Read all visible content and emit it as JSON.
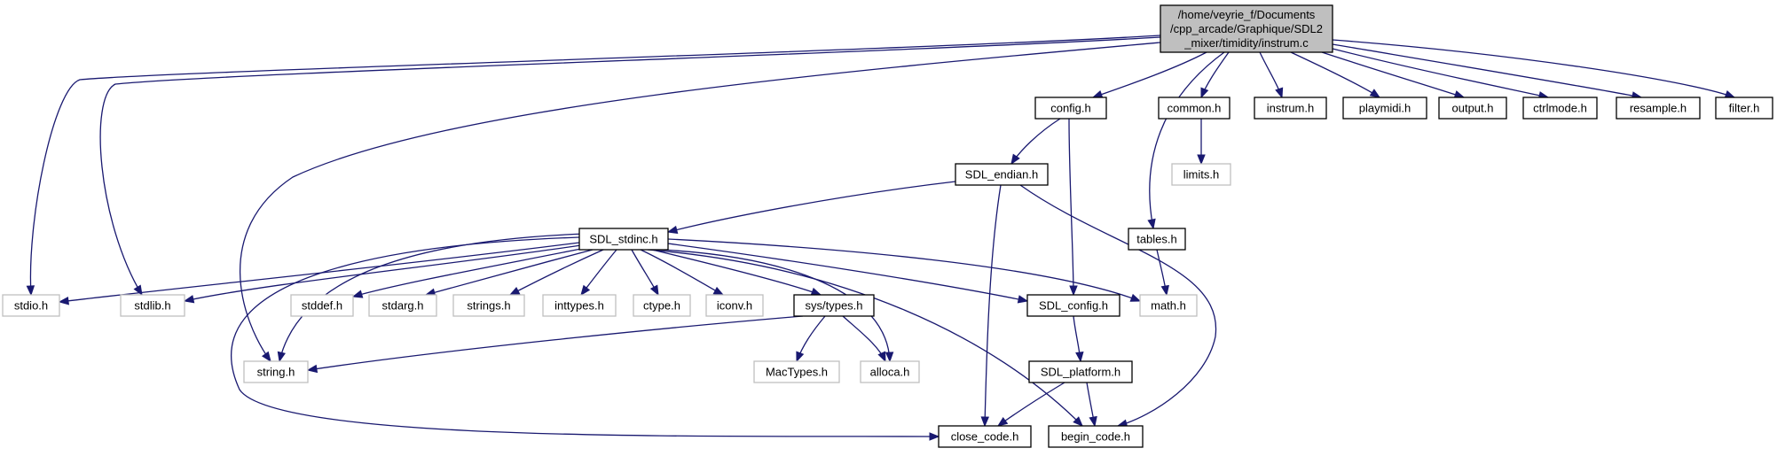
{
  "colors": {
    "edge": "#191970",
    "root_fill": "#bfbfbf",
    "box_border_documented": "#000000",
    "box_border_system": "#bfbfbf",
    "box_fill": "#ffffff"
  },
  "nodes": [
    {
      "id": "root",
      "lines": [
        "/home/veyrie_f/Documents",
        "/cpp_arcade/Graphique/SDL2",
        "_mixer/timidity/instrum.c"
      ],
      "style": "root"
    },
    {
      "id": "config_h",
      "lines": [
        "config.h"
      ],
      "style": "doc"
    },
    {
      "id": "common_h",
      "lines": [
        "common.h"
      ],
      "style": "doc"
    },
    {
      "id": "instrum_h",
      "lines": [
        "instrum.h"
      ],
      "style": "doc"
    },
    {
      "id": "playmidi_h",
      "lines": [
        "playmidi.h"
      ],
      "style": "doc"
    },
    {
      "id": "output_h",
      "lines": [
        "output.h"
      ],
      "style": "doc"
    },
    {
      "id": "ctrlmode_h",
      "lines": [
        "ctrlmode.h"
      ],
      "style": "doc"
    },
    {
      "id": "resample_h",
      "lines": [
        "resample.h"
      ],
      "style": "doc"
    },
    {
      "id": "filter_h",
      "lines": [
        "filter.h"
      ],
      "style": "doc"
    },
    {
      "id": "limits_h",
      "lines": [
        "limits.h"
      ],
      "style": "sys"
    },
    {
      "id": "sdl_endian_h",
      "lines": [
        "SDL_endian.h"
      ],
      "style": "doc"
    },
    {
      "id": "tables_h",
      "lines": [
        "tables.h"
      ],
      "style": "doc"
    },
    {
      "id": "sdl_stdinc_h",
      "lines": [
        "SDL_stdinc.h"
      ],
      "style": "doc"
    },
    {
      "id": "stdio_h",
      "lines": [
        "stdio.h"
      ],
      "style": "sys"
    },
    {
      "id": "stdlib_h",
      "lines": [
        "stdlib.h"
      ],
      "style": "sys"
    },
    {
      "id": "stddef_h",
      "lines": [
        "stddef.h"
      ],
      "style": "sys"
    },
    {
      "id": "stdarg_h",
      "lines": [
        "stdarg.h"
      ],
      "style": "sys"
    },
    {
      "id": "strings_h",
      "lines": [
        "strings.h"
      ],
      "style": "sys"
    },
    {
      "id": "inttypes_h",
      "lines": [
        "inttypes.h"
      ],
      "style": "sys"
    },
    {
      "id": "ctype_h",
      "lines": [
        "ctype.h"
      ],
      "style": "sys"
    },
    {
      "id": "iconv_h",
      "lines": [
        "iconv.h"
      ],
      "style": "sys"
    },
    {
      "id": "sys_types_h",
      "lines": [
        "sys/types.h"
      ],
      "style": "doc"
    },
    {
      "id": "sdl_config_h",
      "lines": [
        "SDL_config.h"
      ],
      "style": "doc"
    },
    {
      "id": "math_h",
      "lines": [
        "math.h"
      ],
      "style": "sys"
    },
    {
      "id": "string_h",
      "lines": [
        "string.h"
      ],
      "style": "sys"
    },
    {
      "id": "mactypes_h",
      "lines": [
        "MacTypes.h"
      ],
      "style": "sys"
    },
    {
      "id": "alloca_h",
      "lines": [
        "alloca.h"
      ],
      "style": "sys"
    },
    {
      "id": "sdl_platform_h",
      "lines": [
        "SDL_platform.h"
      ],
      "style": "doc"
    },
    {
      "id": "close_code_h",
      "lines": [
        "close_code.h"
      ],
      "style": "doc"
    },
    {
      "id": "begin_code_h",
      "lines": [
        "begin_code.h"
      ],
      "style": "doc"
    }
  ],
  "edges": [
    {
      "from": "root",
      "to": "stdio_h"
    },
    {
      "from": "root",
      "to": "stdlib_h"
    },
    {
      "from": "root",
      "to": "string_h"
    },
    {
      "from": "root",
      "to": "config_h"
    },
    {
      "from": "root",
      "to": "tables_h"
    },
    {
      "from": "root",
      "to": "common_h"
    },
    {
      "from": "root",
      "to": "instrum_h"
    },
    {
      "from": "root",
      "to": "playmidi_h"
    },
    {
      "from": "root",
      "to": "output_h"
    },
    {
      "from": "root",
      "to": "ctrlmode_h"
    },
    {
      "from": "root",
      "to": "resample_h"
    },
    {
      "from": "root",
      "to": "filter_h"
    },
    {
      "from": "config_h",
      "to": "sdl_endian_h"
    },
    {
      "from": "config_h",
      "to": "sdl_config_h"
    },
    {
      "from": "common_h",
      "to": "limits_h"
    },
    {
      "from": "sdl_endian_h",
      "to": "sdl_stdinc_h"
    },
    {
      "from": "sdl_endian_h",
      "to": "close_code_h"
    },
    {
      "from": "sdl_endian_h",
      "to": "begin_code_h"
    },
    {
      "from": "tables_h",
      "to": "math_h"
    },
    {
      "from": "sdl_stdinc_h",
      "to": "stdio_h"
    },
    {
      "from": "sdl_stdinc_h",
      "to": "stdlib_h"
    },
    {
      "from": "sdl_stdinc_h",
      "to": "stddef_h"
    },
    {
      "from": "sdl_stdinc_h",
      "to": "stdarg_h"
    },
    {
      "from": "sdl_stdinc_h",
      "to": "strings_h"
    },
    {
      "from": "sdl_stdinc_h",
      "to": "inttypes_h"
    },
    {
      "from": "sdl_stdinc_h",
      "to": "ctype_h"
    },
    {
      "from": "sdl_stdinc_h",
      "to": "iconv_h"
    },
    {
      "from": "sdl_stdinc_h",
      "to": "sys_types_h"
    },
    {
      "from": "sdl_stdinc_h",
      "to": "sdl_config_h"
    },
    {
      "from": "sdl_stdinc_h",
      "to": "math_h"
    },
    {
      "from": "sdl_stdinc_h",
      "to": "string_h"
    },
    {
      "from": "sdl_stdinc_h",
      "to": "alloca_h"
    },
    {
      "from": "sdl_stdinc_h",
      "to": "close_code_h"
    },
    {
      "from": "sdl_stdinc_h",
      "to": "begin_code_h"
    },
    {
      "from": "sys_types_h",
      "to": "string_h"
    },
    {
      "from": "sys_types_h",
      "to": "mactypes_h"
    },
    {
      "from": "sys_types_h",
      "to": "alloca_h"
    },
    {
      "from": "sdl_config_h",
      "to": "sdl_platform_h"
    },
    {
      "from": "sdl_platform_h",
      "to": "close_code_h"
    },
    {
      "from": "sdl_platform_h",
      "to": "begin_code_h"
    }
  ]
}
